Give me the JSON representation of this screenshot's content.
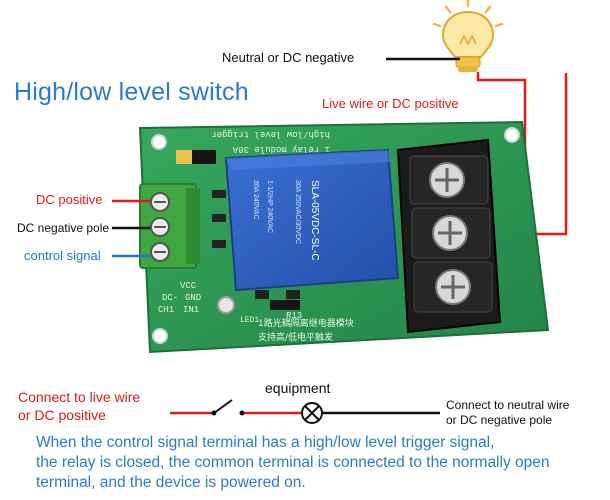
{
  "title": "High/low level switch",
  "labels": {
    "neutral": "Neutral or DC negative",
    "live": "Live wire or DC positive",
    "dc_positive": "DC positive",
    "dc_negative_pole": "DC negative pole",
    "control_signal": "control signal",
    "connect_live_line1": "Connect to live wire",
    "connect_live_line2": "or DC positive",
    "equipment": "equipment",
    "connect_neutral_line1": "Connect to neutral wire",
    "connect_neutral_line2": "or DC negative pole"
  },
  "description": [
    "When the control signal terminal has a high/low level trigger signal,",
    "the relay is closed, the common terminal is connected to the normally open",
    "terminal, and the device is powered on."
  ],
  "board": {
    "header": "1 relay module 30A",
    "header2": "high/low level trigger",
    "relay_model": "SLA-05VDC-SL-C",
    "relay_rating1": "30A 250VAC/30VDC",
    "relay_rating2": "1-1/2HP 240VAC",
    "relay_rating3": "30A 240VAC",
    "pin_labels": [
      "VCC",
      "DC-",
      "GND",
      "CH1",
      "IN1"
    ],
    "silk_cn1": "1路光耦隔离继电器模块",
    "silk_cn2": "支持高/低电平触发",
    "r13": "R13",
    "led": "LED1"
  },
  "colors": {
    "red": "#e01919",
    "blue": "#1f74d8",
    "pcb": "#2e9a52",
    "relay": "#2f62c4",
    "terminal_green": "#3fa842",
    "terminal_black": "#1b1b1b",
    "bulb": "#f6c94a"
  }
}
